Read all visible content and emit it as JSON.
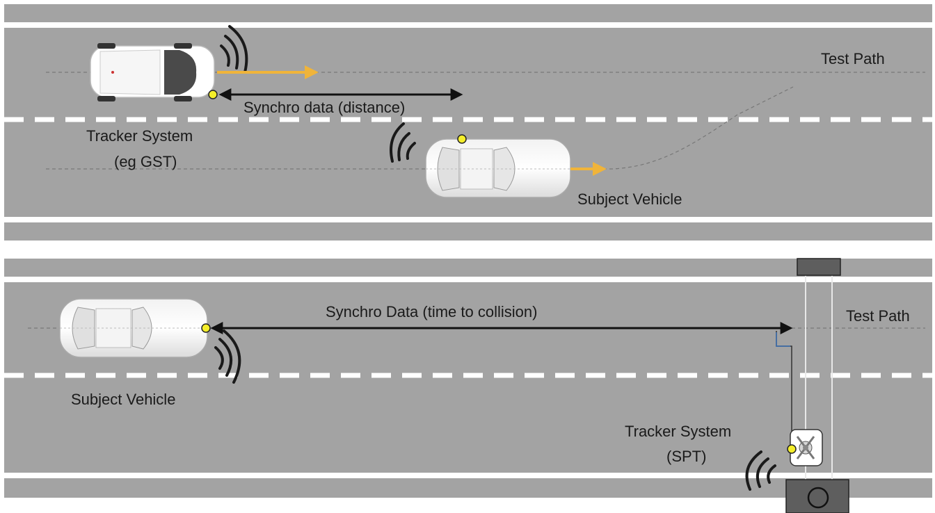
{
  "top": {
    "test_path_label": "Test Path",
    "synchro_label": "Synchro data (distance)",
    "tracker_label_line1": "Tracker System",
    "tracker_label_line2": "(eg GST)",
    "subject_label": "Subject Vehicle"
  },
  "bottom": {
    "test_path_label": "Test Path",
    "synchro_label": "Synchro Data (time to collision)",
    "subject_label": "Subject Vehicle",
    "tracker_label_line1": "Tracker System",
    "tracker_label_line2": "(SPT)"
  },
  "colors": {
    "road": "#a3a3a3",
    "lane_line": "#ffffff",
    "motion_arrow": "#f0b43a",
    "sensor_dot": "#f4ee2a",
    "measure_arrow": "#111111",
    "signal_waves": "#1a1a1a"
  },
  "icons": [
    "tracker-vehicle-icon",
    "subject-vehicle-icon",
    "pedestrian-target-icon",
    "signal-waves-icon",
    "camera-box-icon"
  ]
}
